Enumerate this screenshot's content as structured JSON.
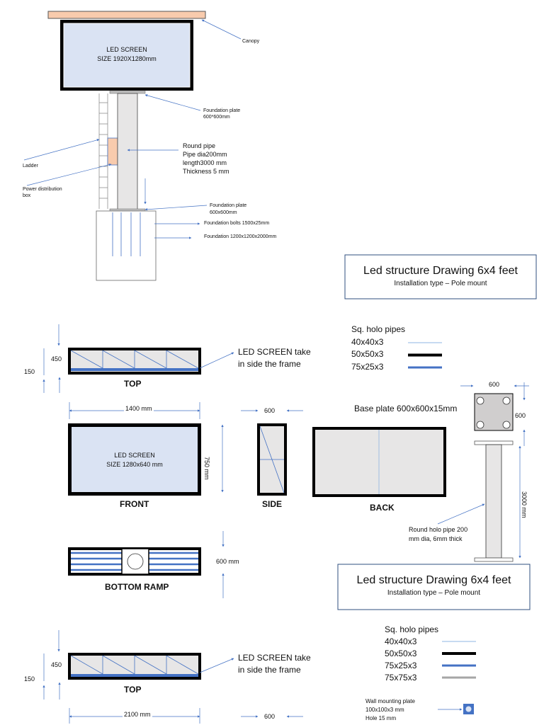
{
  "top_elevation": {
    "screen_line1": "LED SCREEN",
    "screen_line2": "SIZE 1920X1280mm",
    "canopy": "Canopy",
    "foundation_plate_top": [
      "Foundation plate",
      "600*600mm"
    ],
    "round_pipe": [
      "Round pipe",
      "Pipe dia200mm",
      "length3000 mm",
      "Thickness 5 mm"
    ],
    "ladder": "Ladder",
    "power_box": [
      "Power distribution",
      "box"
    ],
    "foundation_plate_bottom": [
      "Foundation plate",
      "600x600mm"
    ],
    "foundation_bolts": "Foundation bolts 1500x25mm",
    "foundation": "Foundation 1200x1200x2000mm"
  },
  "title_block_1": {
    "title": "Led structure Drawing 6x4 feet",
    "subtitle": "Installation type – Pole mount"
  },
  "title_block_2": {
    "title": "Led structure Drawing 6x4 feet",
    "subtitle": "Installation type – Pole mount"
  },
  "legend_1": {
    "heading": "Sq. holo pipes",
    "items": [
      {
        "label": "40x40x3",
        "color": "#8fb4e3"
      },
      {
        "label": "50x50x3",
        "color": "#000000"
      },
      {
        "label": "75x25x3",
        "color": "#4472c4"
      }
    ]
  },
  "legend_2": {
    "heading": "Sq. holo pipes",
    "items": [
      {
        "label": "40x40x3",
        "color": "#8fb4e3"
      },
      {
        "label": "50x50x3",
        "color": "#000000"
      },
      {
        "label": "75x25x3",
        "color": "#4472c4"
      },
      {
        "label": "75x75x3",
        "color": "#a6a6a6"
      }
    ]
  },
  "view_set_1": {
    "top_dim_450": "450",
    "top_dim_150": "150",
    "top_note": [
      "LED SCREEN take",
      "in side the frame"
    ],
    "top_label": "TOP",
    "width_dim": "1400 mm",
    "height_dim": "750 mm",
    "side_dim": "600",
    "front_screen_line1": "LED SCREEN",
    "front_screen_line2": "SIZE 1280x640 mm",
    "front_label": "FRONT",
    "side_label": "SIDE",
    "back_label": "BACK",
    "ramp_dim": "600 mm",
    "ramp_label": "BOTTOM RAMP"
  },
  "base_plate": {
    "label": "Base plate 600x600x15mm",
    "dim_top": "600",
    "dim_side": "600",
    "pole_dim": "3000 mm",
    "pole_note": [
      "Round holo pipe 200",
      "mm dia, 6mm thick"
    ]
  },
  "view_set_2": {
    "top_dim_450": "450",
    "top_dim_150": "150",
    "top_note": [
      "LED SCREEN take",
      "in side the frame"
    ],
    "top_label": "TOP",
    "width_dim": "2100 mm",
    "side_dim": "600"
  },
  "wall_plate": {
    "lines": [
      "Wall mounting plate",
      "100x100x3 mm",
      "Hole 15 mm"
    ]
  }
}
